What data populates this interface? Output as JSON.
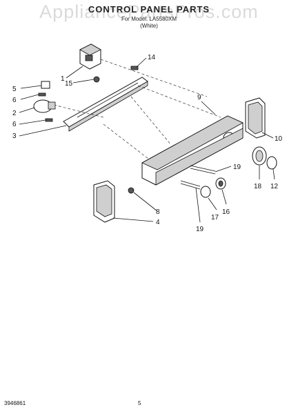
{
  "header": {
    "title": "CONTROL PANEL PARTS",
    "subtitle_line1": "For Model: LA5580XM",
    "subtitle_line2": "(White)"
  },
  "watermark": "AppliancePartsPros.com",
  "footer": {
    "left": "3946861",
    "center": "5"
  },
  "callouts": [
    "1",
    "2",
    "3",
    "4",
    "5",
    "6",
    "6",
    "8",
    "9",
    "10",
    "12",
    "14",
    "15",
    "16",
    "17",
    "18",
    "19",
    "19"
  ]
}
